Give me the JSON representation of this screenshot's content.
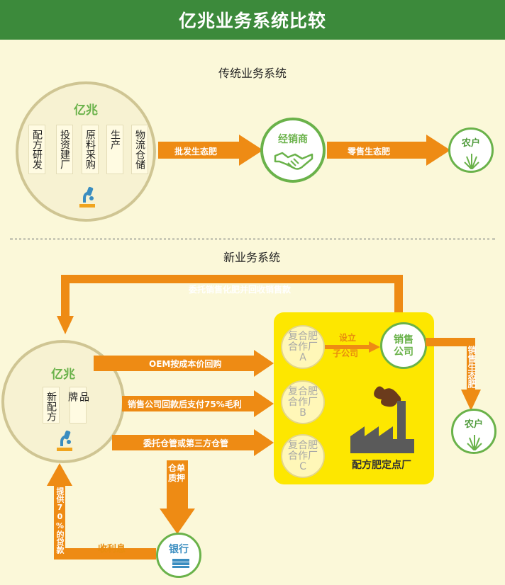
{
  "header": {
    "title": "亿兆业务系统比较"
  },
  "traditional": {
    "title": "传统业务系统",
    "company": "亿兆",
    "functions": [
      "配方研发",
      "投资建厂",
      "原料采购",
      "生产",
      "物流仓储"
    ],
    "arrow1": "批发生态肥",
    "dealer": "经销商",
    "arrow2": "零售生态肥",
    "farmer": "农户"
  },
  "new_system": {
    "title": "新业务系统",
    "top_loop": "委托销售化肥并回收销售款",
    "company": "亿兆",
    "functions": [
      "新配方",
      "品牌"
    ],
    "arrow_oem": "OEM按成本价回购",
    "arrow_pay": "销售公司回款后支付75%毛利",
    "arrow_store": "委托仓管或第三方仓管",
    "factories": [
      "复合肥合作厂A",
      "复合肥合作厂B",
      "复合肥合作厂C"
    ],
    "factory_lines": [
      [
        "复合肥",
        "合作厂",
        "A"
      ],
      [
        "复合肥",
        "合作厂",
        "B"
      ],
      [
        "复合肥",
        "合作厂",
        "C"
      ]
    ],
    "setup": [
      "设立",
      "子公司"
    ],
    "sales_company": [
      "销售",
      "公司"
    ],
    "arrow_retail": "销售生态肥",
    "farmer": "农户",
    "factory_label": "配方肥定点厂",
    "pledge": [
      "仓单",
      "质押"
    ],
    "bank": "银行",
    "interest": "收利息",
    "loan": "提供70%的贷款"
  },
  "colors": {
    "header_green": "#3c8a3b",
    "accent_green": "#6ab24a",
    "arrow_orange": "#ee8b14",
    "highlight_yellow": "#fde700",
    "background": "#fbf8d9"
  }
}
